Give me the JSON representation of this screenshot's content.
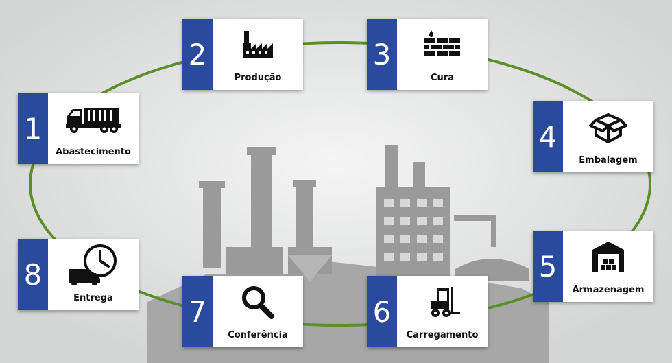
{
  "colors": {
    "ring": "#5c8f28",
    "badge": "#2a4a9e",
    "factory": "#9a9a9a",
    "card": "#ffffff",
    "icon": "#111111"
  },
  "steps": [
    {
      "number": "1",
      "label": "Abastecimento",
      "icon": "dump-truck-icon"
    },
    {
      "number": "2",
      "label": "Produção",
      "icon": "factory-icon"
    },
    {
      "number": "3",
      "label": "Cura",
      "icon": "brick-wall-icon"
    },
    {
      "number": "4",
      "label": "Embalagem",
      "icon": "open-box-icon"
    },
    {
      "number": "5",
      "label": "Armazenagem",
      "icon": "warehouse-icon"
    },
    {
      "number": "6",
      "label": "Carregamento",
      "icon": "forklift-icon"
    },
    {
      "number": "7",
      "label": "Conferência",
      "icon": "magnifier-icon"
    },
    {
      "number": "8",
      "label": "Entrega",
      "icon": "delivery-truck-icon"
    }
  ]
}
